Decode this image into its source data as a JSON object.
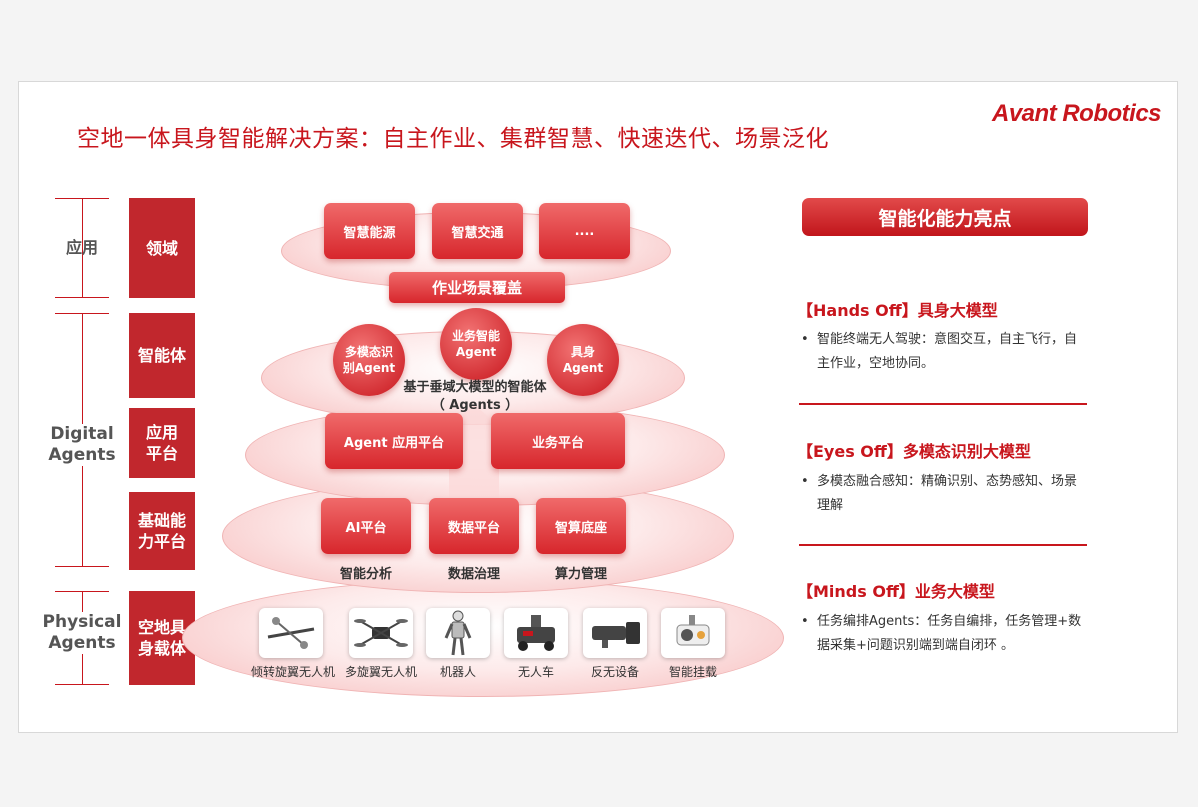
{
  "title": "空地一体具身智能解决方案：自主作业、集群智慧、快速迭代、场景泛化",
  "brand": "Avant Robotics",
  "left_labels": {
    "application": "应用",
    "digital": "Digital\nAgents",
    "physical": "Physical\nAgents"
  },
  "layers": {
    "domain": "领域",
    "agent": "智能体",
    "app_platform": "应用\n平台",
    "base_platform": "基础能\n力平台",
    "body": "空地具\n身载体"
  },
  "scenes": [
    "智慧能源",
    "智慧交通",
    "...."
  ],
  "scene_cover": "作业场景覆盖",
  "agents": [
    "多模态识\n别Agent",
    "业务智能\nAgent",
    "具身\nAgent"
  ],
  "agents_caption": "基于垂域大模型的智能体\n（ Agents ）",
  "app_platforms": [
    "Agent 应用平台",
    "业务平台"
  ],
  "base_platforms": [
    "AI平台",
    "数据平台",
    "智算底座"
  ],
  "base_captions": [
    "智能分析",
    "数据治理",
    "算力管理"
  ],
  "devices": [
    {
      "label": "倾转旋翼无人机",
      "icon": "tiltrotor-drone-icon"
    },
    {
      "label": "多旋翼无人机",
      "icon": "multirotor-drone-icon"
    },
    {
      "label": "机器人",
      "icon": "humanoid-robot-icon"
    },
    {
      "label": "无人车",
      "icon": "unmanned-vehicle-icon"
    },
    {
      "label": "反无设备",
      "icon": "counter-drone-device-icon"
    },
    {
      "label": "智能挂载",
      "icon": "gimbal-payload-icon"
    }
  ],
  "right_panel": {
    "header": "智能化能力亮点",
    "sections": [
      {
        "title": "【Hands Off】具身大模型",
        "bullet": "•",
        "body": "智能终端无人驾驶：意图交互，自主飞行，自主作业，空地协同。"
      },
      {
        "title": "【Eyes Off】多模态识别大模型",
        "bullet": "•",
        "body": "多模态融合感知：精确识别、态势感知、场景理解"
      },
      {
        "title": "【Minds Off】业务大模型",
        "bullet": "•",
        "body": "任务编排Agents：任务自编排，任务管理+数据采集+问题识别端到端自闭环 。"
      }
    ]
  },
  "colors": {
    "accent": "#c8161d",
    "box": "#c1272d"
  }
}
